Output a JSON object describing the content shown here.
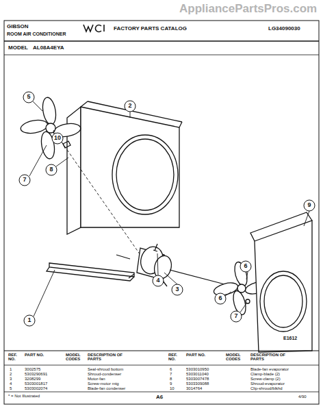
{
  "diagram": {
    "labels": [
      "AppliancePartsPros.com",
      "GIBSON",
      "ROOM AIR CONDITIONER",
      "FACTORY PARTS CATALOG",
      "LG34090030",
      "MODEL",
      "AL08A4EYA",
      "5",
      "10",
      "2",
      "7",
      "8",
      "4",
      "3",
      "1",
      "9",
      "6",
      "6",
      "7",
      "E1612",
      "REF. NO.",
      "PART NO.",
      "MODEL CODES",
      "DESCRIPTION OF PARTS",
      "REF. NO.",
      "PART NO.",
      "MODEL CODES",
      "DESCRIPTION OF PARTS",
      "1",
      "3002575",
      "Seal-shroud bottom",
      "6",
      "5303010950",
      "Blade-fan evaporator",
      "2",
      "5303290691",
      "Shroud-condenser",
      "7",
      "5303011040",
      "Clamp-blade (2)",
      "3",
      "3208299",
      "Motor-fan",
      "8",
      "5303007478",
      "Screw-clamp (2)",
      "4",
      "5303001817",
      "Screw-motor mtg",
      "9",
      "5303309088",
      "Shroud-evaporator",
      "5",
      "5303002074",
      "Blade-fan condenser",
      "10",
      "3014764",
      "Clip-shroud/blkhd",
      "* = Not Illustrated",
      "A6",
      "4/90"
    ]
  }
}
